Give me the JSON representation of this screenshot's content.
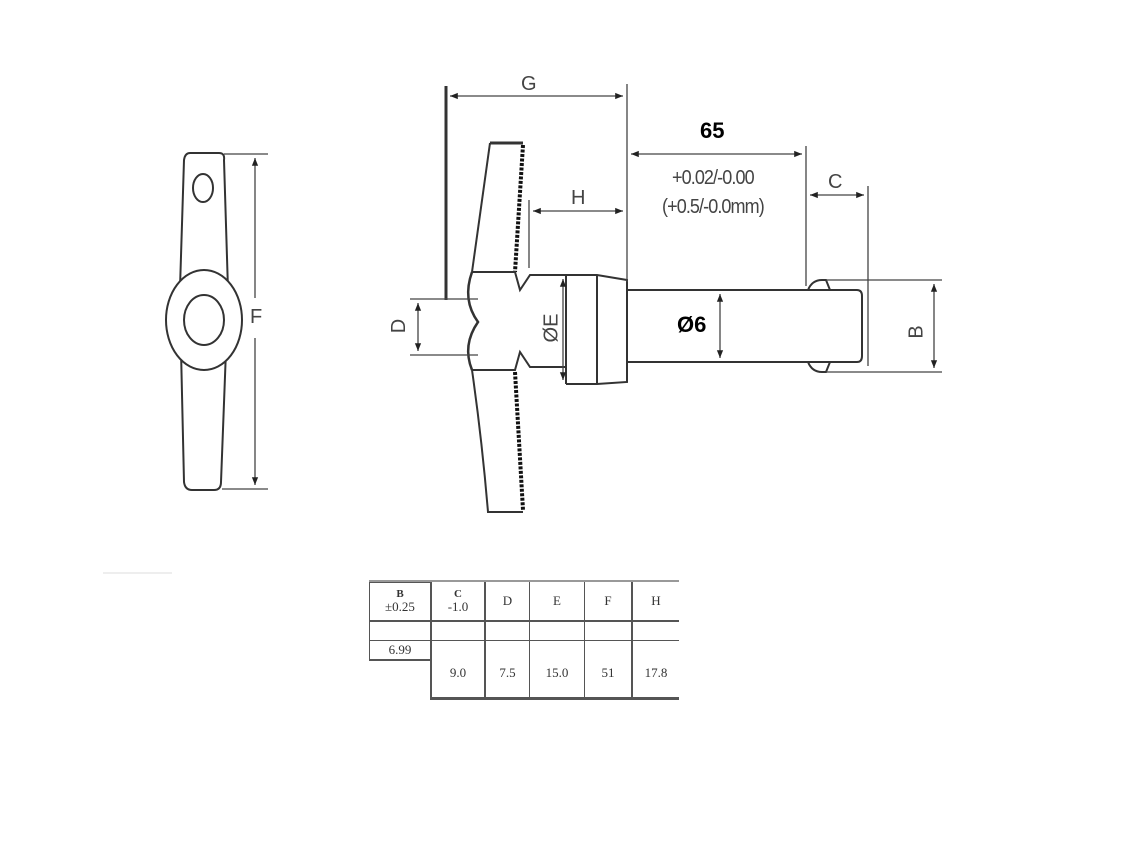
{
  "drawing": {
    "title": "T-handle locking pin dimension drawing",
    "views": [
      "side-view-handle",
      "front-view-pin"
    ],
    "labels": {
      "G": "G",
      "H": "H",
      "C": "C",
      "D": "D",
      "E": "ØE",
      "F": "F",
      "B": "B",
      "length": "65",
      "length_tol_in": "+0.02/-0.00",
      "length_tol_mm": "(+0.5/-0.0mm)",
      "shaft_diameter": "Ø6"
    }
  },
  "spec_table": {
    "headers": [
      {
        "key": "B",
        "line1": "B",
        "line2": "±0.25"
      },
      {
        "key": "C",
        "line1": "C",
        "line2": "-1.0"
      },
      {
        "key": "D",
        "line1": "D",
        "line2": ""
      },
      {
        "key": "E",
        "line1": "E",
        "line2": ""
      },
      {
        "key": "F",
        "line1": "F",
        "line2": ""
      },
      {
        "key": "H",
        "line1": "H",
        "line2": ""
      }
    ],
    "values": {
      "B": "6.99",
      "C": "9.0",
      "D": "7.5",
      "E": "15.0",
      "F": "51",
      "H": "17.8"
    }
  }
}
